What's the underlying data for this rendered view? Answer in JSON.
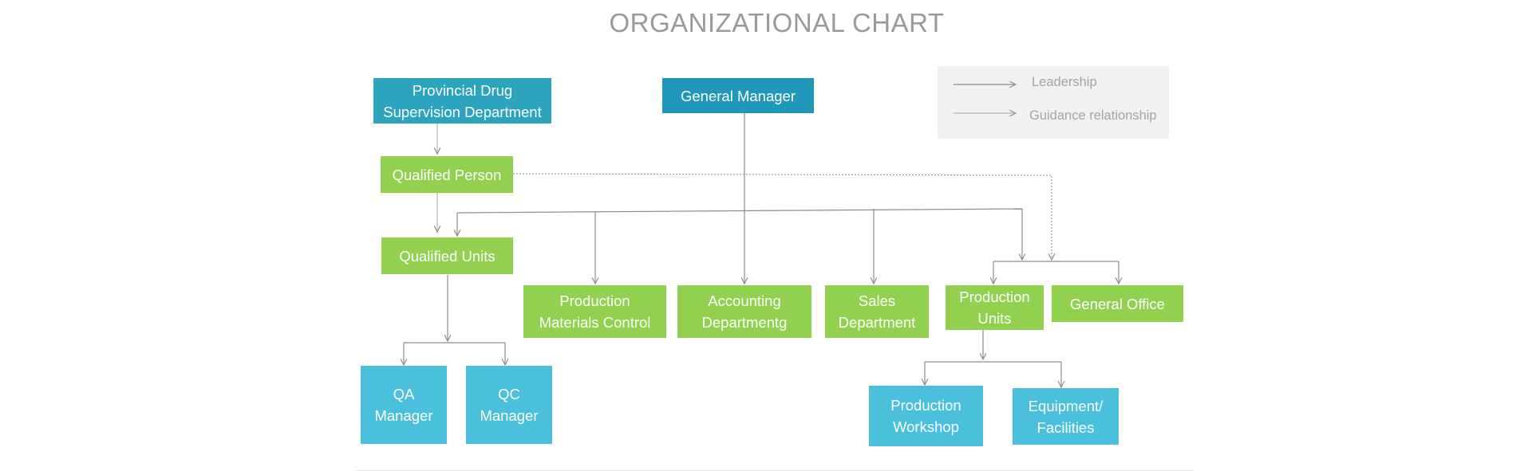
{
  "title": "ORGANIZATIONAL CHART",
  "legend": {
    "leadership": "Leadership",
    "guidance": "Guidance relationship"
  },
  "nodes": {
    "provincial_drug": [
      "Provincial Drug",
      "Supervision Department"
    ],
    "general_manager": "General Manager",
    "qualified_person": "Qualified Person",
    "qualified_units": "Qualified Units",
    "production_materials": [
      "Production",
      "Materials Control"
    ],
    "accounting": [
      "Accounting",
      "Departmentg"
    ],
    "sales": [
      "Sales",
      "Department"
    ],
    "production_units": [
      "Production",
      "Units"
    ],
    "general_office": "General Office",
    "qa_manager": [
      "QA",
      "Manager"
    ],
    "qc_manager": [
      "QC",
      "Manager"
    ],
    "production_workshop": [
      "Production",
      "Workshop"
    ],
    "equipment": [
      "Equipment/",
      "Facilities"
    ]
  },
  "colors": {
    "title": "#9a9a9a",
    "top_node": "#2ca4bd",
    "general_manager": "#1f98b9",
    "department": "#92d050",
    "sub_unit": "#4bc0dd",
    "connector": "#8c8c8c",
    "legend_bg": "#f1f1f1"
  }
}
